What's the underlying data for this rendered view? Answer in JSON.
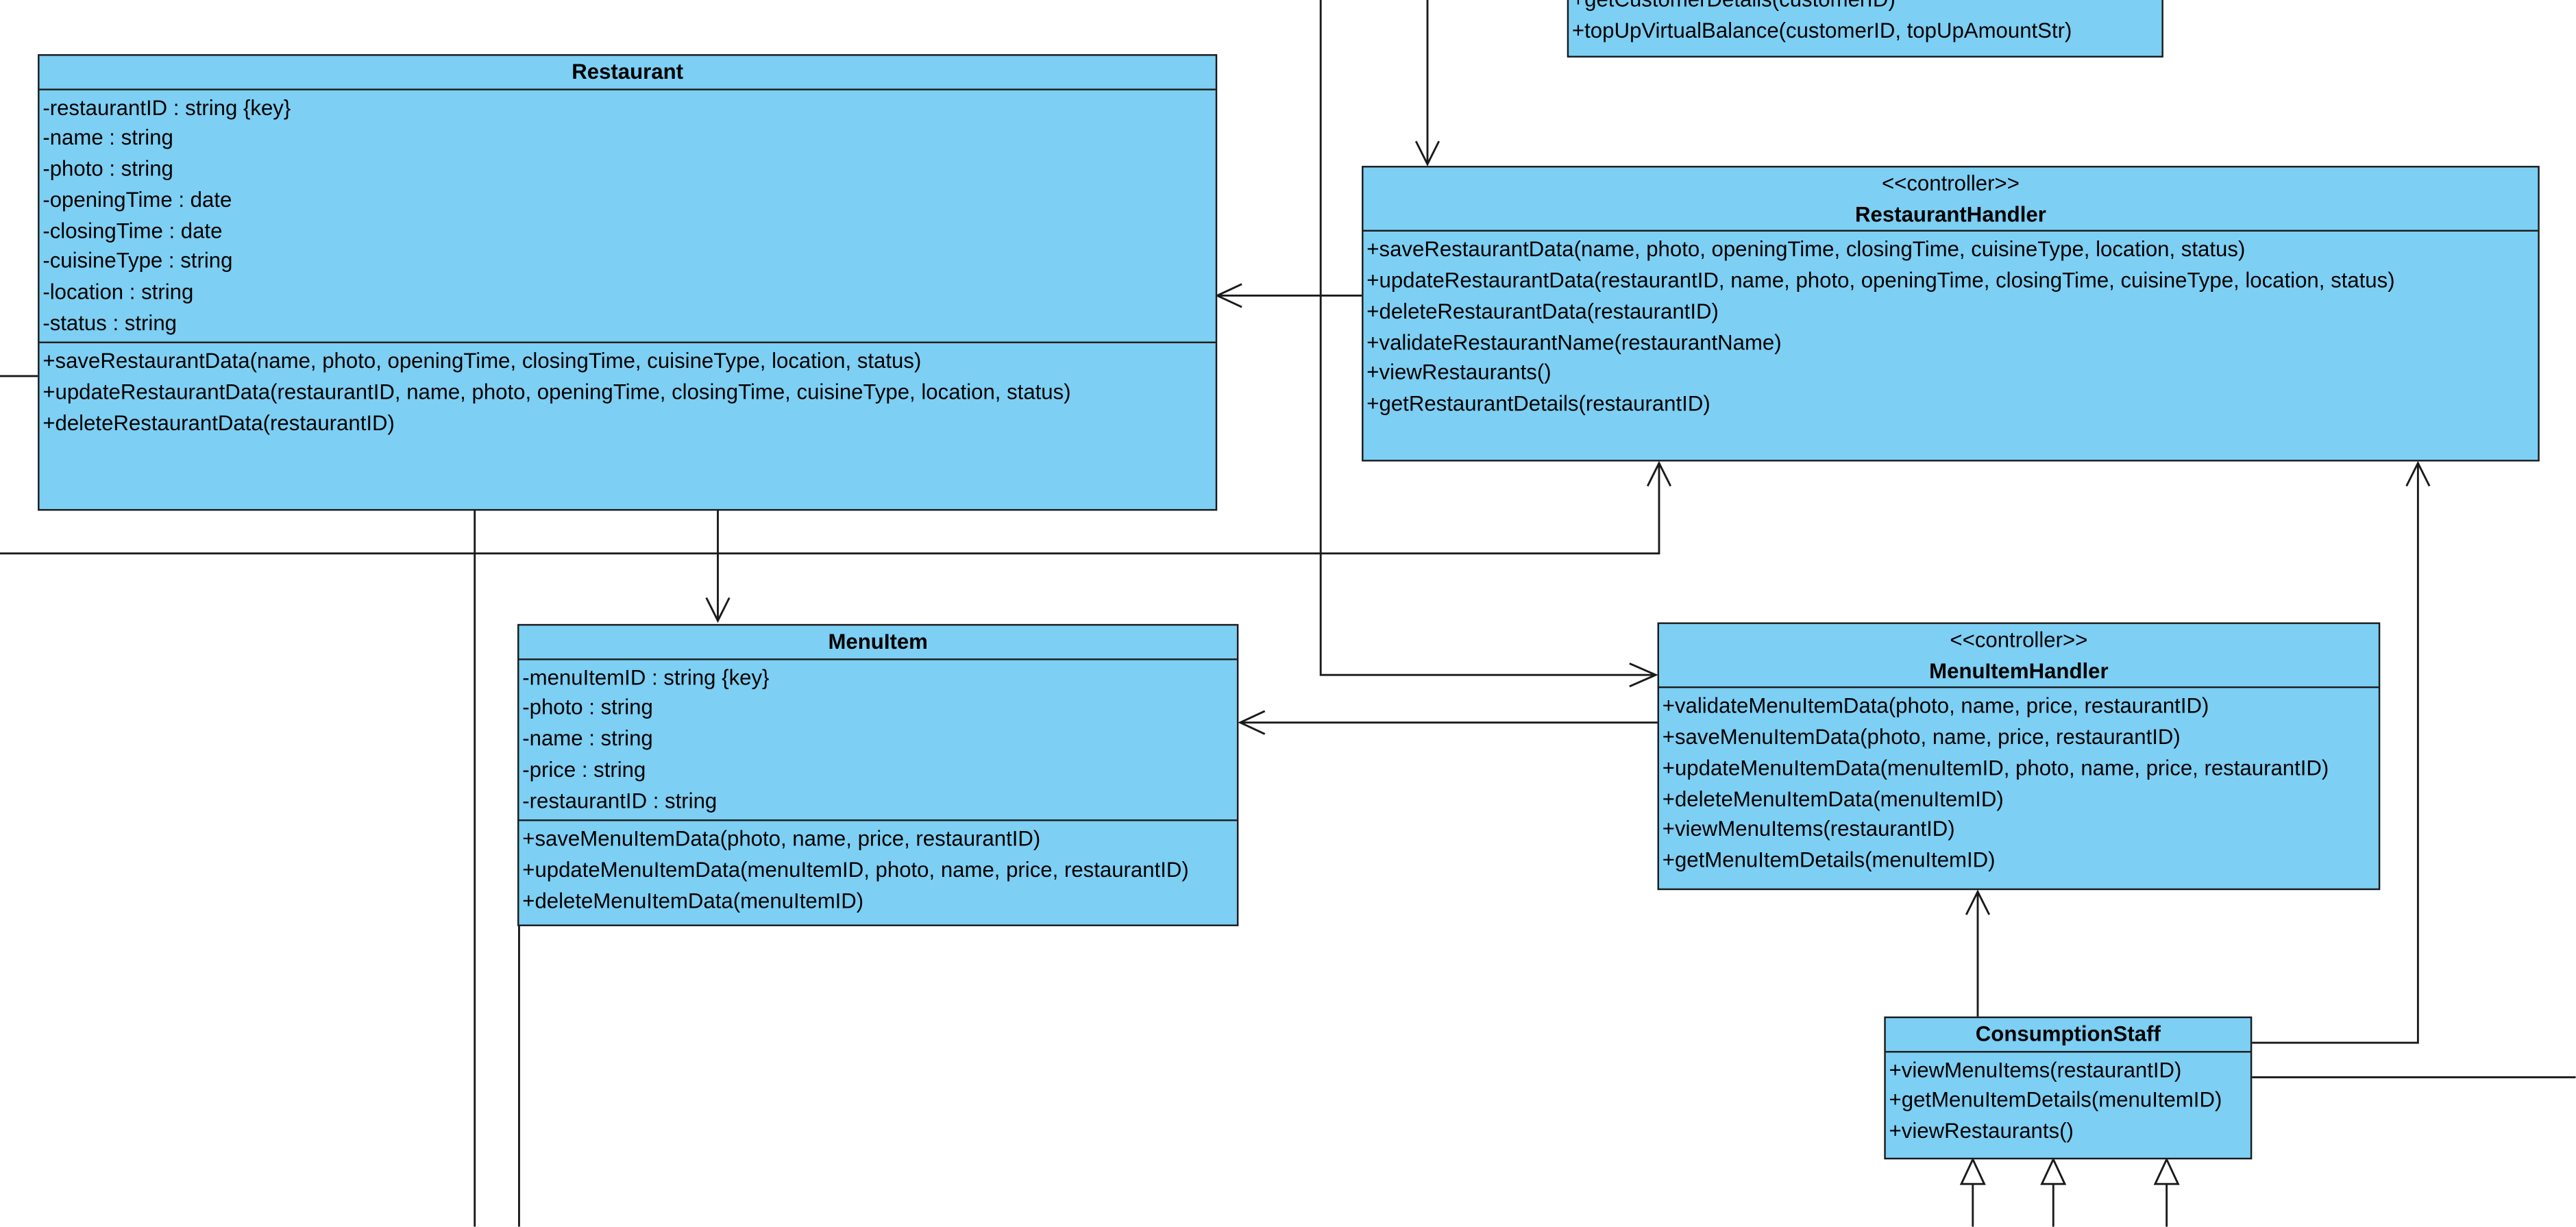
{
  "classes": {
    "customer_handler_fragment": {
      "operations": [
        "+getCustomerDetails(customerID)",
        "+topUpVirtualBalance(customerID, topUpAmountStr)"
      ]
    },
    "restaurant": {
      "name": "Restaurant",
      "attributes": [
        "-restaurantID : string {key}",
        "-name : string",
        "-photo : string",
        "-openingTime : date",
        "-closingTime : date",
        "-cuisineType : string",
        "-location : string",
        "-status : string"
      ],
      "operations": [
        "+saveRestaurantData(name, photo, openingTime, closingTime, cuisineType, location, status)",
        "+updateRestaurantData(restaurantID, name, photo, openingTime, closingTime, cuisineType, location, status)",
        "+deleteRestaurantData(restaurantID)"
      ]
    },
    "restaurant_handler": {
      "stereotype": "<<controller>>",
      "name": "RestaurantHandler",
      "operations": [
        "+saveRestaurantData(name, photo, openingTime, closingTime, cuisineType, location, status)",
        "+updateRestaurantData(restaurantID, name, photo, openingTime, closingTime, cuisineType, location, status)",
        "+deleteRestaurantData(restaurantID)",
        "+validateRestaurantName(restaurantName)",
        "+viewRestaurants()",
        "+getRestaurantDetails(restaurantID)"
      ]
    },
    "menu_item": {
      "name": "MenuItem",
      "attributes": [
        "-menuItemID : string {key}",
        "-photo : string",
        "-name : string",
        "-price : string",
        "-restaurantID : string"
      ],
      "operations": [
        "+saveMenuItemData(photo, name, price, restaurantID)",
        "+updateMenuItemData(menuItemID, photo, name, price, restaurantID)",
        "+deleteMenuItemData(menuItemID)"
      ]
    },
    "menu_item_handler": {
      "stereotype": "<<controller>>",
      "name": "MenuItemHandler",
      "operations": [
        "+validateMenuItemData(photo, name, price, restaurantID)",
        "+saveMenuItemData(photo, name, price, restaurantID)",
        "+updateMenuItemData(menuItemID, photo, name, price, restaurantID)",
        "+deleteMenuItemData(menuItemID)",
        "+viewMenuItems(restaurantID)",
        "+getMenuItemDetails(menuItemID)"
      ]
    },
    "consumption_staff": {
      "name": "ConsumptionStaff",
      "operations": [
        "+viewMenuItems(restaurantID)",
        "+getMenuItemDetails(menuItemID)",
        "+viewRestaurants()"
      ]
    }
  },
  "colors": {
    "class_fill": "#7dcff3",
    "line": "#1a1a1a"
  }
}
